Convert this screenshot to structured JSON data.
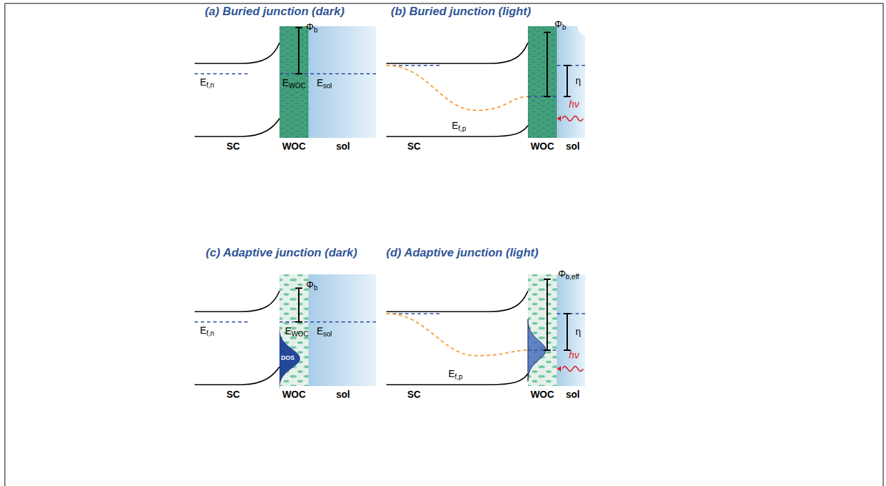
{
  "diagram": {
    "labels": [
      "(a) Buried junction (dark)",
      "Φb",
      "Ef,n",
      "EWOC",
      "Esol",
      "SC",
      "WOC",
      "sol",
      "(b) Buried junction (light)",
      "Φb",
      "η",
      "hν",
      "Ef,p",
      "SC",
      "WOC",
      "sol",
      "(c) Adaptive junction (dark)",
      "Φb",
      "Ef,n",
      "DOS",
      "EWOC",
      "Esol",
      "SC",
      "WOC",
      "sol",
      "(d) Adaptive junction (light)",
      "Φb,eff",
      "η",
      "hν",
      "Ef,p",
      "SC",
      "WOC",
      "sol"
    ]
  }
}
